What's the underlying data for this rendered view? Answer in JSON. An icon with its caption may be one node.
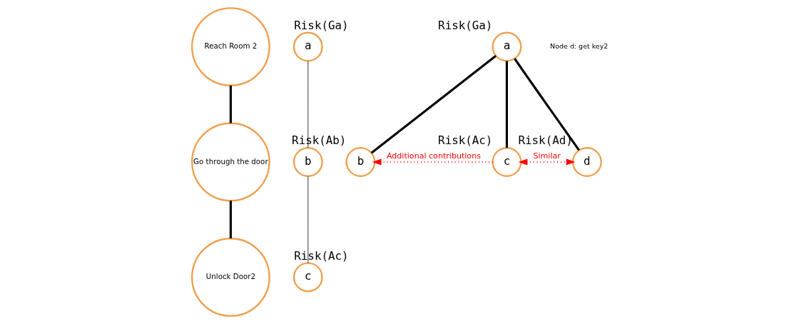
{
  "diagram": {
    "nodes": [
      {
        "text": [
          "Reach Room 2"
        ]
      },
      {
        "text": [
          "Go through the door"
        ]
      },
      {
        "text": [
          "Unlock Door2"
        ]
      },
      {
        "text": [
          "a"
        ],
        "beside": [
          "Risk(Ga)"
        ]
      },
      {
        "text": [
          "b"
        ]
      },
      {
        "text": [
          "c"
        ],
        "beside": [
          "Risk(Ac)"
        ]
      },
      {
        "text": [
          "a"
        ],
        "beside": [
          "Risk(Ga)"
        ]
      },
      {
        "text": [
          "b"
        ],
        "beside": [
          "Risk(Ab)"
        ]
      },
      {
        "text": [
          "c"
        ],
        "beside": [
          "Risk(Ac)"
        ]
      },
      {
        "text": [
          "d"
        ],
        "beside": [
          "Risk(Ad)"
        ]
      }
    ],
    "edges": [
      {
        "from": 0,
        "to": 1,
        "arrow": "none"
      },
      {
        "from": 1,
        "to": 2,
        "arrow": "none"
      },
      {
        "from": 3,
        "to": 4,
        "arrow": "none"
      },
      {
        "from": 4,
        "to": 5,
        "arrow": "none"
      },
      {
        "from": 6,
        "to": 7,
        "arrow": "none"
      },
      {
        "from": 6,
        "to": 8,
        "arrow": "none"
      },
      {
        "from": 6,
        "to": 9,
        "arrow": "none"
      },
      {
        "from": 8,
        "to": 7,
        "arrow": "to",
        "style": "dashed",
        "color": "#ff0000",
        "label": "Additional contributions"
      },
      {
        "from": 8,
        "to": 9,
        "arrow": "both",
        "style": "dashed",
        "color": "#ff0000",
        "label": "Similar"
      }
    ],
    "labels": [
      "Node d: get key2"
    ]
  }
}
